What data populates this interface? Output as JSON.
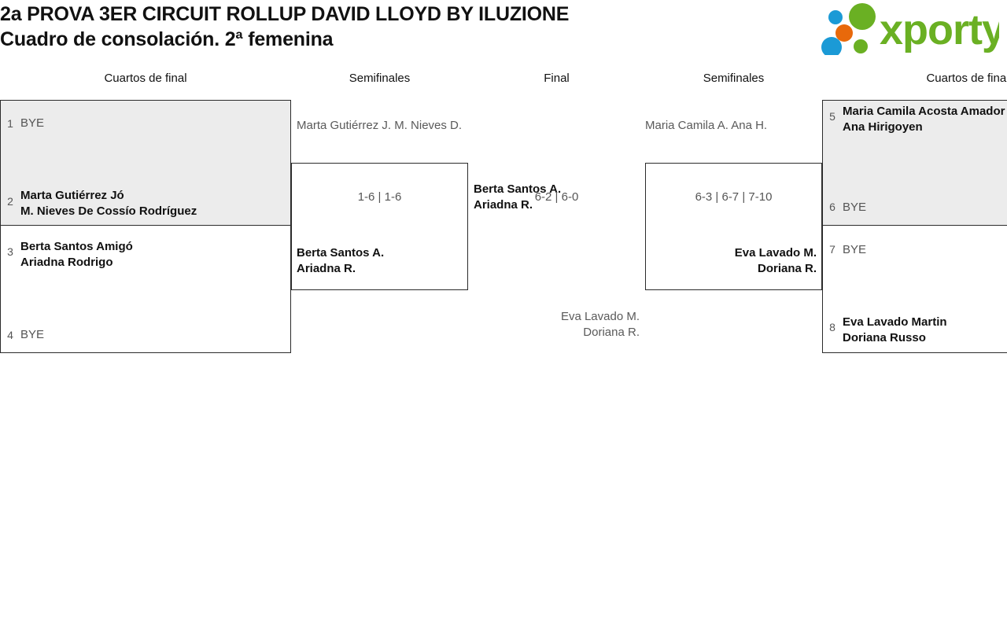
{
  "header": {
    "title_line1": "2a PROVA 3ER CIRCUIT ROLLUP DAVID LLOYD BY ILUZIONE",
    "title_line2": "Cuadro de consolación. 2ª femenina",
    "logo_text": "xporty",
    "logo_colors": {
      "green": "#6ab023",
      "blue": "#1b9ad6",
      "orange": "#e8690b"
    }
  },
  "rounds": {
    "qf_left": "Cuartos de final",
    "sf_left": "Semifinales",
    "final": "Final",
    "sf_right": "Semifinales",
    "qf_right": "Cuartos de final"
  },
  "colors": {
    "shaded_row": "#ececec",
    "border": "#2b2b2b",
    "winner_text": "#111111",
    "loser_text": "#5a5a5a",
    "seed_text": "#555555"
  },
  "bracket": {
    "quarterfinals_left": [
      {
        "seed": "1",
        "line1": "BYE",
        "line2": "",
        "state": "bye"
      },
      {
        "seed": "2",
        "line1": "Marta Gutiérrez Jó",
        "line2": "M. Nieves De Cossío Rodríguez",
        "state": "winner"
      },
      {
        "seed": "3",
        "line1": "Berta Santos Amigó",
        "line2": "Ariadna Rodrigo",
        "state": "winner"
      },
      {
        "seed": "4",
        "line1": "BYE",
        "line2": "",
        "state": "bye"
      }
    ],
    "quarterfinals_right": [
      {
        "seed": "5",
        "line1": "Maria Camila Acosta Amador",
        "line2": "Ana Hirigoyen",
        "state": "winner"
      },
      {
        "seed": "6",
        "line1": "BYE",
        "line2": "",
        "state": "bye"
      },
      {
        "seed": "7",
        "line1": "BYE",
        "line2": "",
        "state": "bye"
      },
      {
        "seed": "8",
        "line1": "Eva Lavado Martin",
        "line2": "Doriana Russo",
        "state": "winner"
      }
    ],
    "semifinal_left": {
      "loser": {
        "line1": "Marta Gutiérrez J.",
        "line2": "M. Nieves D."
      },
      "winner": {
        "line1": "Berta Santos A.",
        "line2": "Ariadna R."
      },
      "score": "1-6 | 1-6"
    },
    "semifinal_right": {
      "loser": {
        "line1": "Maria Camila A.",
        "line2": "Ana H."
      },
      "winner": {
        "line1": "Eva Lavado M.",
        "line2": "Doriana R."
      },
      "score": "6-3 | 6-7 | 7-10"
    },
    "final": {
      "winner": {
        "line1": "Berta Santos A.",
        "line2": "Ariadna R."
      },
      "loser": {
        "line1": "Eva Lavado M.",
        "line2": "Doriana R."
      },
      "score": "6-2 | 6-0"
    }
  }
}
